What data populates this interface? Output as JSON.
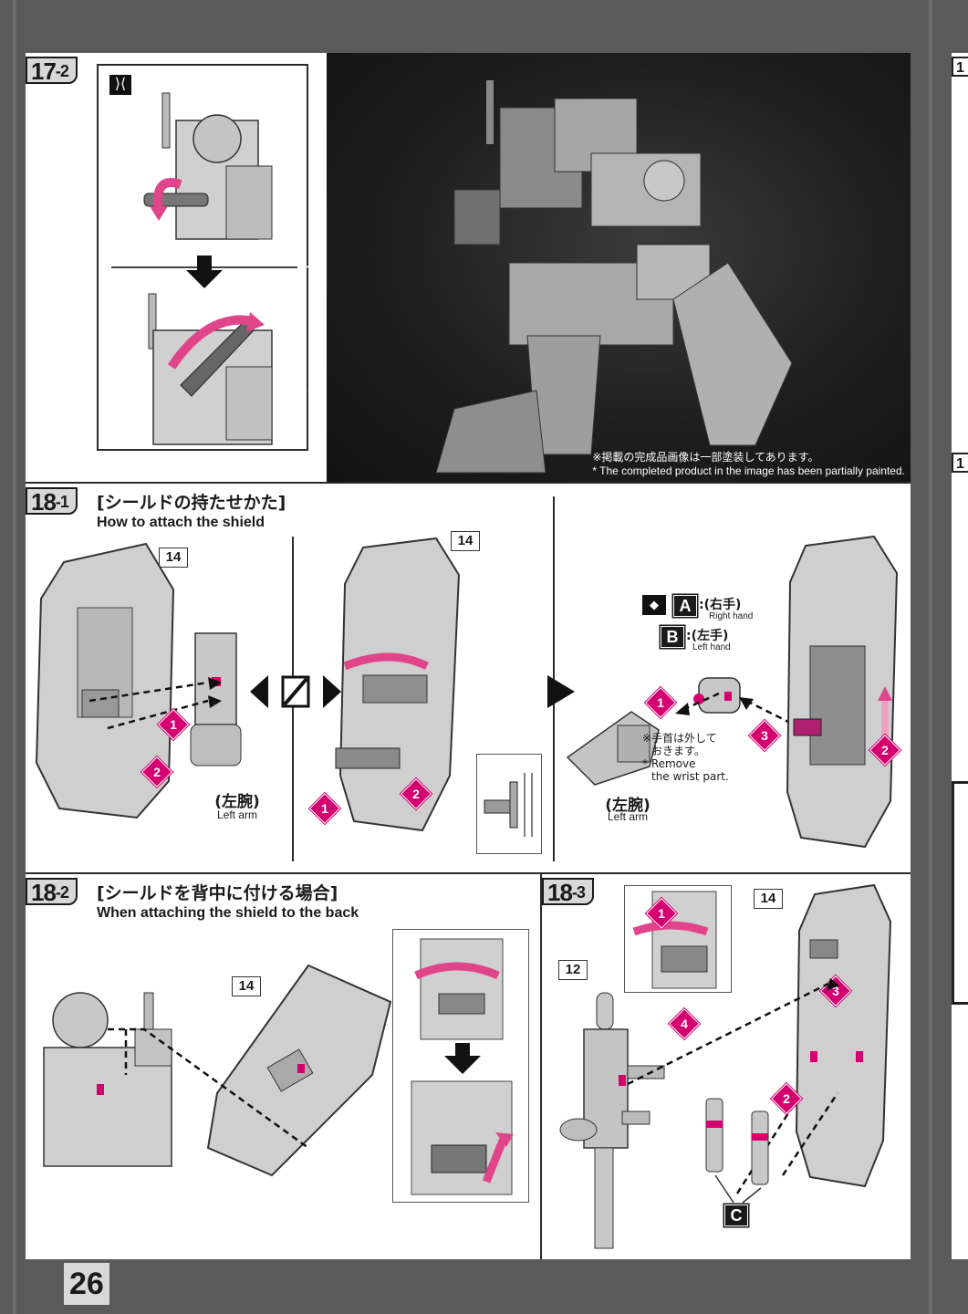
{
  "page_number": "26",
  "step_17_2": {
    "number": "17",
    "sub": "-2",
    "photo_caption_jp": "※掲載の完成品画像は一部塗装してあります。",
    "photo_caption_en": "* The completed product in the image has been partially painted."
  },
  "step_18_1": {
    "number": "18",
    "sub": "-1",
    "title_jp": "[シールドの持たせかた]",
    "title_en": "How to attach the shield",
    "part_label": "14",
    "left_arm_jp": "(左腕)",
    "left_arm_en": "Left arm",
    "key_a": "A",
    "key_a_jp": ":(右手)",
    "key_a_en": "Right hand",
    "key_b": "B",
    "key_b_jp": ":(左手)",
    "key_b_en": "Left hand",
    "wrist_note_jp_1": "※手首は外して",
    "wrist_note_jp_2": "おきます。",
    "wrist_note_en_1": "* Remove",
    "wrist_note_en_2": "the wrist part.",
    "badges": [
      "1",
      "2",
      "1",
      "2",
      "1",
      "3",
      "2"
    ]
  },
  "step_18_2": {
    "number": "18",
    "sub": "-2",
    "title_jp": "[シールドを背中に付ける場合]",
    "title_en": "When attaching the shield to the back",
    "part_label": "14"
  },
  "step_18_3": {
    "number": "18",
    "sub": "-3",
    "part_label_14": "14",
    "part_label_12": "12",
    "part_c": "C",
    "badges": [
      "1",
      "2",
      "3",
      "4"
    ]
  },
  "colors": {
    "accent_magenta": "#d4006f",
    "frame": "#2a2a2a",
    "background": "#5a5a5a"
  }
}
